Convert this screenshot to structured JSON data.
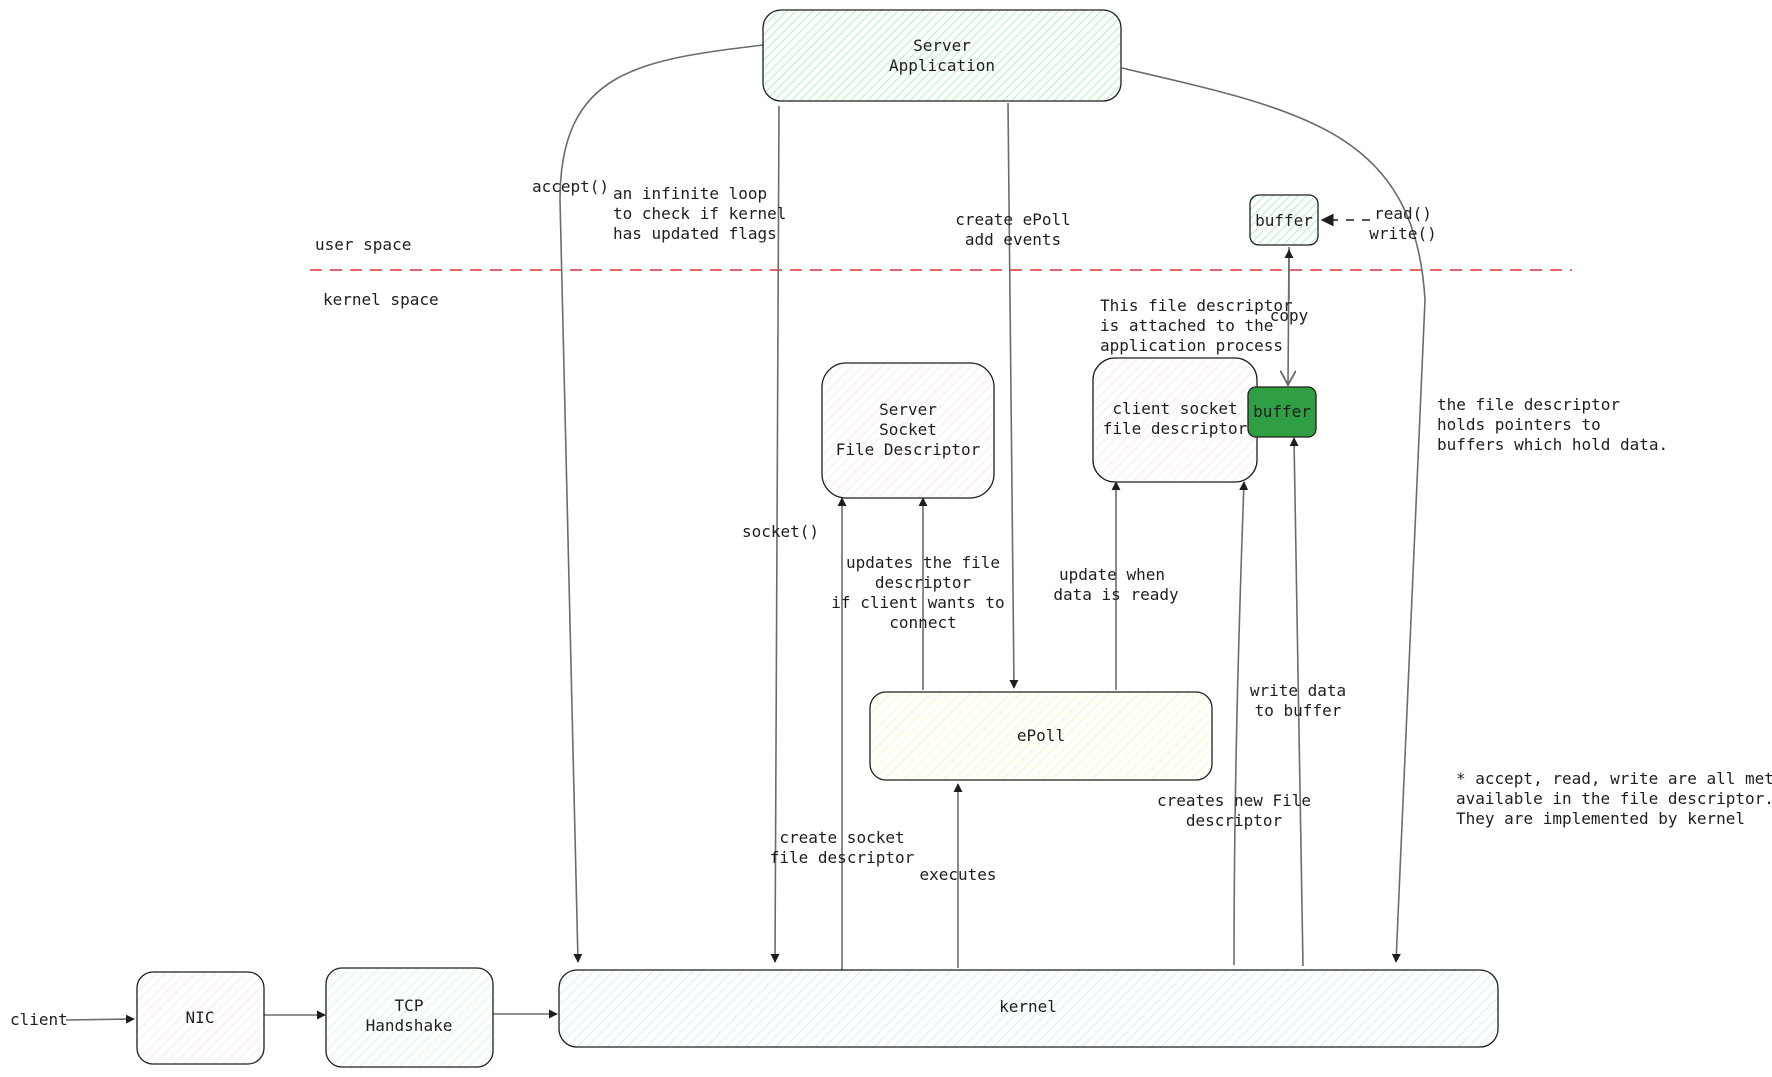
{
  "nodes": {
    "server_app": {
      "lines": [
        "Server",
        "Application"
      ]
    },
    "server_socket_fd": {
      "lines": [
        "Server",
        "Socket",
        "File Descriptor"
      ]
    },
    "client_socket_fd": {
      "lines": [
        "client socket",
        "file descriptor"
      ]
    },
    "user_buffer": {
      "lines": [
        "buffer"
      ]
    },
    "kernel_buffer": {
      "lines": [
        "buffer"
      ]
    },
    "epoll": {
      "lines": [
        "ePoll"
      ]
    },
    "nic": {
      "lines": [
        "NIC"
      ]
    },
    "tcp_handshake": {
      "lines": [
        "TCP",
        "Handshake"
      ]
    },
    "kernel": {
      "lines": [
        "kernel"
      ]
    }
  },
  "regions": {
    "user_space": "user space",
    "kernel_space": "kernel space"
  },
  "edge_labels": {
    "accept": [
      "accept()"
    ],
    "infinite_loop": [
      "an infinite loop",
      "to check if kernel",
      "has updated flags"
    ],
    "socket": [
      "socket()"
    ],
    "create_epoll": [
      "create ePoll",
      "add events"
    ],
    "read_write": [
      "read()",
      "write()"
    ],
    "copy": [
      "copy"
    ],
    "fd_attached": [
      "This file descriptor",
      "is attached to the",
      "application process"
    ],
    "fd_pointers": [
      "the file descriptor",
      "holds pointers to",
      "buffers which hold data."
    ],
    "updates_fd": [
      "updates the file",
      "descriptor",
      "if client wants to",
      "connect"
    ],
    "update_ready": [
      "update when",
      "data is ready"
    ],
    "write_data": [
      "write data",
      "to buffer"
    ],
    "create_socket_fd": [
      "create socket",
      "file descriptor"
    ],
    "executes": [
      "executes"
    ],
    "creates_new_fd": [
      "creates new File",
      "descriptor"
    ],
    "client": [
      "client"
    ],
    "note": [
      "* accept, read, write are all methods",
      "available in the file descriptor.",
      "They are implemented by kernel"
    ]
  },
  "colors": {
    "green_fill": "#b2f2bb",
    "red_fill": "#ffc9c9",
    "yellow_fill": "#ffec99",
    "blue_fill": "#a5d8ff",
    "dark_green": "#2f9e44",
    "divider": "#e03131"
  }
}
